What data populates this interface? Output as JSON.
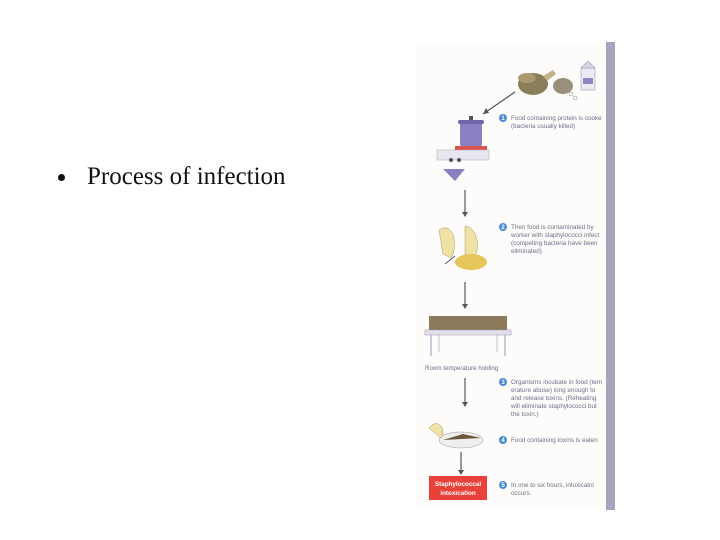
{
  "slide": {
    "bullet_text": "Process of infection"
  },
  "figure": {
    "steps": [
      {
        "num": "1",
        "lines": [
          "Food containing protein is cooke",
          "(bacteria usually killed)"
        ]
      },
      {
        "num": "2",
        "lines": [
          "Then food is contaminated by",
          "worker with staphylococci infect",
          "(competing bacteria have been",
          "eliminated)"
        ]
      },
      {
        "num": "3",
        "lines": [
          "Organisms incubate in food (tem",
          "erature abuse) long enough to",
          "and release toxins. (Reheating",
          "will eliminate staphylococci but",
          "the toxin.)"
        ]
      },
      {
        "num": "4",
        "lines": [
          "Food containing toxins is eaten"
        ]
      },
      {
        "num": "5",
        "lines": [
          "In one to six hours, intoxicatio",
          "occurs."
        ]
      }
    ],
    "holding_label": "Room temperature holding",
    "outcome_lines": [
      "Staphylococcal",
      "intoxication"
    ],
    "colors": {
      "accent": "#4a8bd4",
      "outcome_box": "#e8413a",
      "edge": "#a8a3bd"
    }
  }
}
